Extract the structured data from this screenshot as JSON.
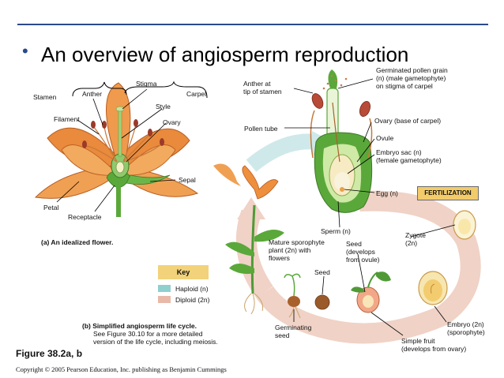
{
  "title": "An overview of angiosperm reproduction",
  "figure_label": "Figure 38.2a, b",
  "copyright": "Copyright © 2005 Pearson Education, Inc. publishing as Benjamin Cummings",
  "flower": {
    "stamen": "Stamen",
    "anther": "Anther",
    "stigma": "Stigma",
    "carpel": "Carpel",
    "style": "Style",
    "filament": "Filament",
    "ovary": "Ovary",
    "sepal": "Sepal",
    "petal": "Petal",
    "receptacle": "Receptacle",
    "caption": "(a)  An idealized flower."
  },
  "cycle": {
    "anther_tip": [
      "Anther at",
      "tip of stamen"
    ],
    "pollen_grain": [
      "Germinated pollen grain",
      "(n) (male gametophyte)",
      "on stigma of carpel"
    ],
    "pollen_tube": "Pollen tube",
    "ovary_base": "Ovary (base of carpel)",
    "ovule": "Ovule",
    "embryo_sac": [
      "Embryo sac (n)",
      "(female gametophyte)"
    ],
    "egg": "Egg (n)",
    "fertilization": "FERTILIZATION",
    "sperm": "Sperm (n)",
    "zygote": [
      "Zygote",
      "(2n)"
    ],
    "sporophyte": [
      "Mature sporophyte",
      "plant (2n) with",
      "flowers"
    ],
    "seed_develops": [
      "Seed",
      "(develops",
      "from ovule)"
    ],
    "seed": "Seed",
    "germinating": [
      "Germinating",
      "seed"
    ],
    "embryo": [
      "Embryo (2n)",
      "(sporophyte)"
    ],
    "simple_fruit": [
      "Simple fruit",
      "(develops from ovary)"
    ],
    "caption_b": "(b)  Simplified angiosperm life cycle.",
    "caption_b_detail": [
      "See Figure 30.10 for a more detailed",
      "version of the life cycle, including meiosis."
    ]
  },
  "key": {
    "title": "Key",
    "haploid": "Haploid (n)",
    "diploid": "Diploid (2n)",
    "haploid_color": "#8fd0cf",
    "diploid_color": "#e8b9a8"
  }
}
